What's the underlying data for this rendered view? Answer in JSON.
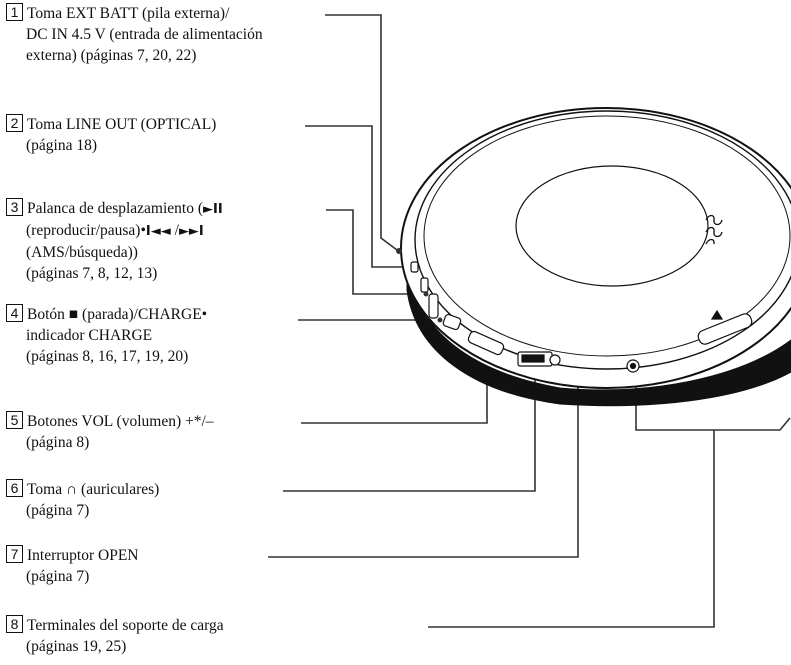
{
  "labels": [
    {
      "num": "1",
      "lines": [
        "Toma EXT BATT (pila externa)/",
        "DC IN 4.5 V (entrada de alimentación",
        "externa) (páginas 7, 20, 22)"
      ]
    },
    {
      "num": "2",
      "lines": [
        "Toma LINE OUT (OPTICAL)",
        "(página 18)"
      ]
    },
    {
      "num": "3",
      "lines": [
        "Palanca de desplazamiento (",
        "(reproducir/pausa)•",
        "(AMS/búsqueda))",
        "(páginas 7, 8, 12, 13)"
      ]
    },
    {
      "num": "4",
      "lines": [
        "Botón",
        "indicador CHARGE",
        "(páginas 8, 16, 17, 19, 20)"
      ]
    },
    {
      "num": "5",
      "lines": [
        "Botones VOL (volumen) +*/–",
        "(página 8)"
      ]
    },
    {
      "num": "6",
      "lines": [
        "Toma",
        "(página 7)"
      ]
    },
    {
      "num": "7",
      "lines": [
        "Interruptor OPEN",
        "(página 7)"
      ]
    },
    {
      "num": "8",
      "lines": [
        "Terminales del soporte de carga",
        "(páginas 19, 25)"
      ]
    }
  ],
  "label3_parts": {
    "play_pause_symbol": "►II",
    "prev_symbol": "I◄◄",
    "slash": " /",
    "next_symbol": "►►I"
  },
  "label4_parts": {
    "stop_symbol": "■",
    "rest": " (parada)/CHARGE•"
  },
  "label6_parts": {
    "headphone_symbol": "∩",
    "rest": " (auriculares)"
  }
}
